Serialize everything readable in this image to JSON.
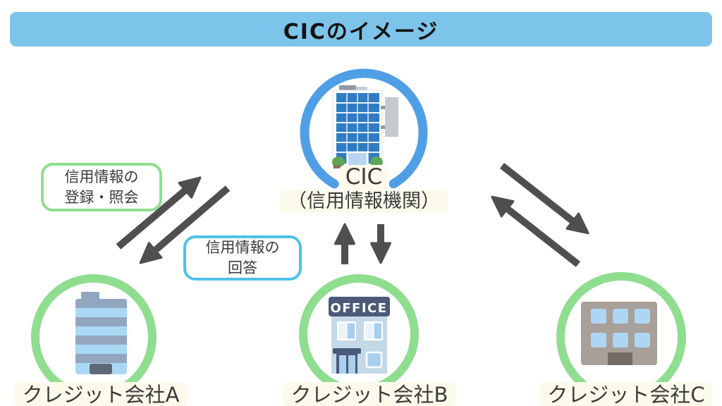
{
  "title": "CICのイメージ",
  "cic": {
    "name": "CIC",
    "subtitle": "（信用情報機関）",
    "icon": "highrise-building-icon"
  },
  "notes": {
    "green": {
      "line1": "信用情報の",
      "line2": "登録・照会"
    },
    "blue": {
      "line1": "信用情報の",
      "line2": "回答"
    }
  },
  "companies": [
    {
      "label": "クレジット会社A",
      "icon": "striped-tower-building-icon"
    },
    {
      "label": "クレジット会社B",
      "icon": "office-storefront-icon",
      "sign": "OFFICE"
    },
    {
      "label": "クレジット会社C",
      "icon": "gray-block-building-icon"
    }
  ],
  "arrows": [
    {
      "name": "company-a-to-cic",
      "direction": "up-right"
    },
    {
      "name": "cic-to-company-a",
      "direction": "down-left"
    },
    {
      "name": "company-b-to-cic",
      "direction": "up"
    },
    {
      "name": "cic-to-company-b",
      "direction": "down"
    },
    {
      "name": "cic-to-company-c",
      "direction": "down-right"
    },
    {
      "name": "company-c-to-cic",
      "direction": "up-left"
    }
  ],
  "colors": {
    "banner_bg": "#7DC4EB",
    "cic_ring": "#4F9FE6",
    "company_ring": "#8FDD8F",
    "note_green_border": "#8FDD8F",
    "note_blue_border": "#4FC1E9",
    "arrow": "#4F4F4F",
    "label_bg": "#FCFAEB",
    "text": "#3B3B3B"
  }
}
